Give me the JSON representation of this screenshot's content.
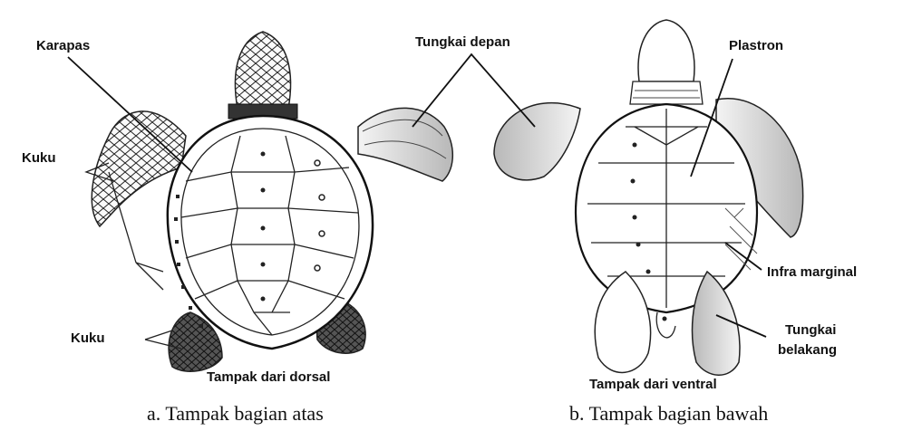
{
  "labels": {
    "karapas": "Karapas",
    "tungkai_depan": "Tungkai depan",
    "plastron": "Plastron",
    "kuku_top": "Kuku",
    "kuku_bottom": "Kuku",
    "infra_marginal": "Infra marginal",
    "tungkai_belakang_1": "Tungkai",
    "tungkai_belakang_2": "belakang",
    "dorsal_view": "Tampak dari dorsal",
    "ventral_view": "Tampak dari ventral"
  },
  "captions": {
    "left": "a. Tampak bagian atas",
    "right": "b. Tampak bagian bawah"
  }
}
